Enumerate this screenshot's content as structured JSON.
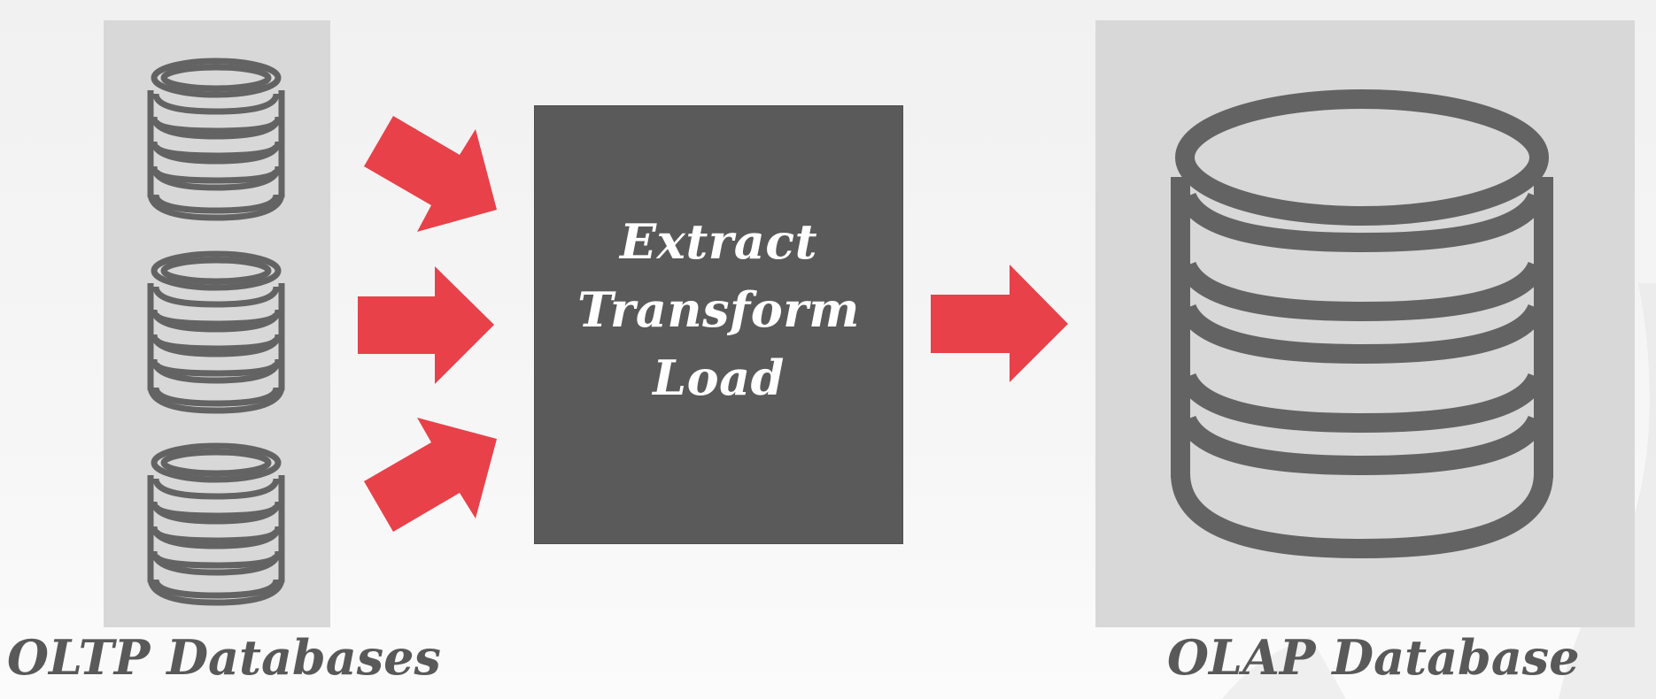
{
  "etl_box": {
    "lines": [
      "Extract",
      "Transform",
      "Load"
    ]
  },
  "labels": {
    "oltp": "OLTP Databases",
    "olap": "OLAP Database"
  },
  "colors": {
    "background": "#f3f3f3",
    "panel": "#d8d8d8",
    "icon_stroke": "#636363",
    "etl_box": "#5a5a5a",
    "etl_text": "#ffffff",
    "arrow": "#e8414a",
    "caption": "#595959"
  },
  "icons": {
    "oltp": "database-icon",
    "olap": "database-icon",
    "arrows": "arrow-icon"
  }
}
